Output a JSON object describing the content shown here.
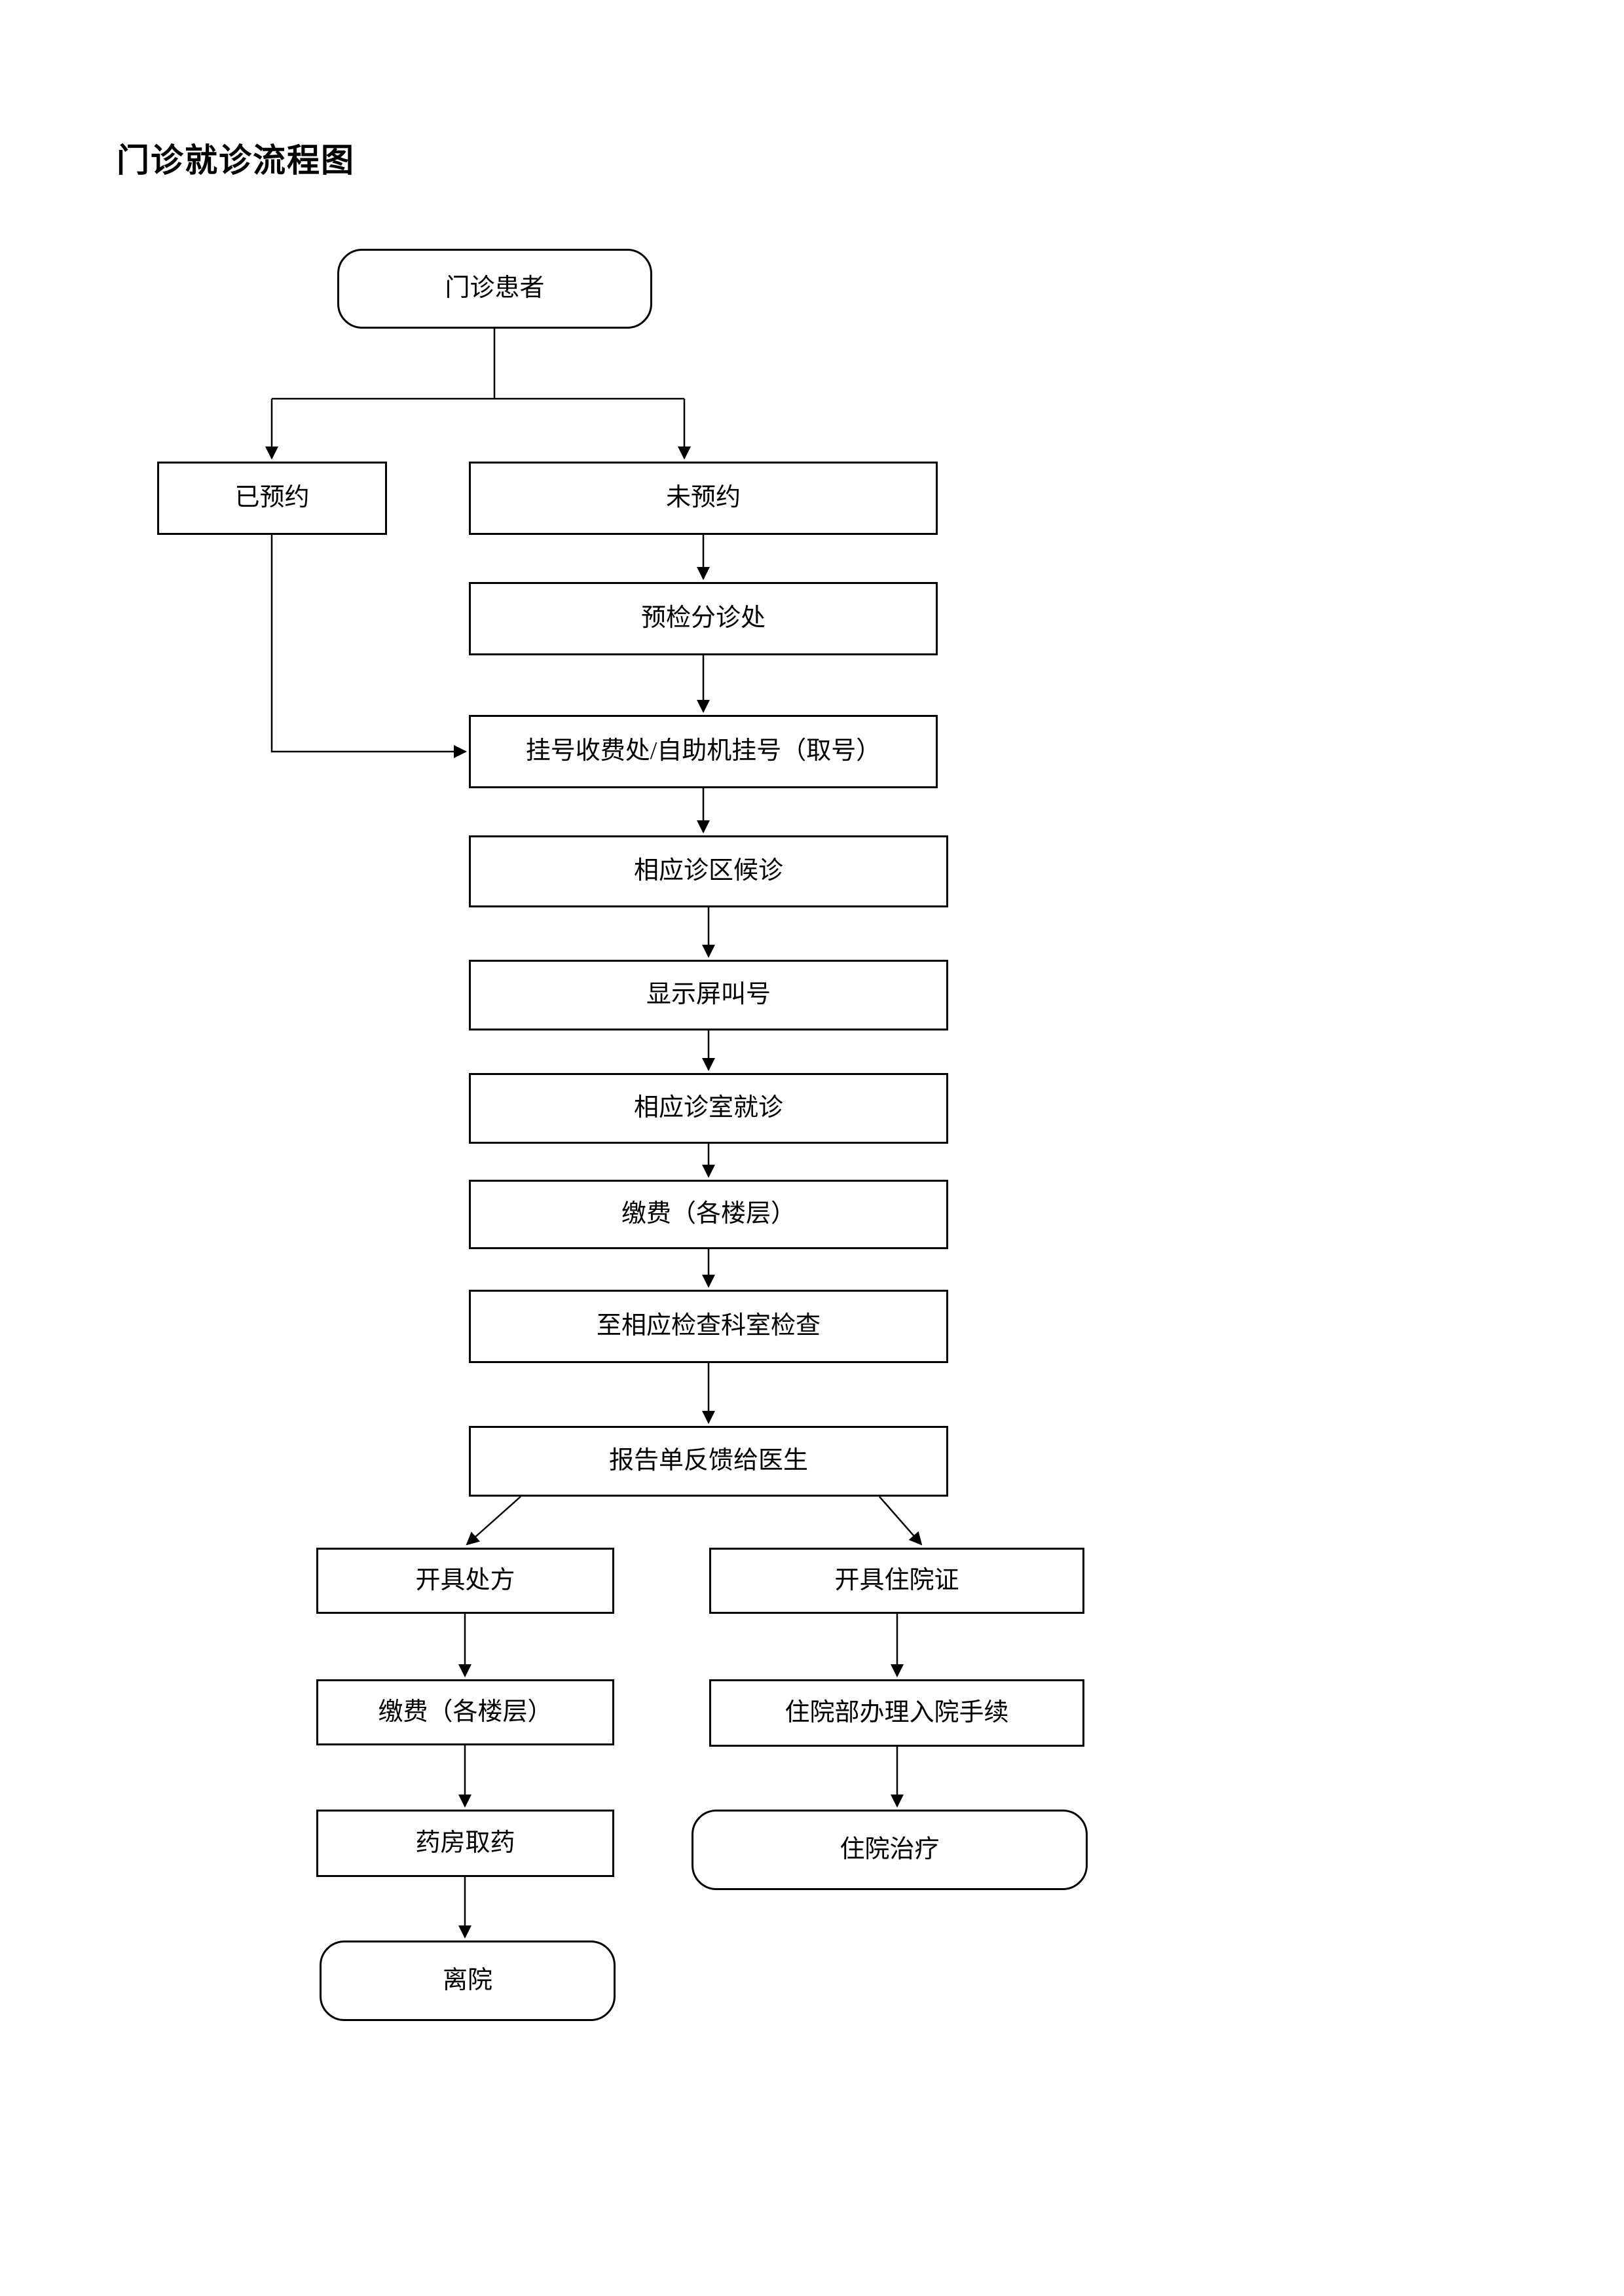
{
  "page": {
    "title": "门诊就诊流程图",
    "background_color": "#ffffff",
    "line_color": "#000000"
  },
  "nodes": {
    "patient": {
      "label": "门诊患者",
      "shape": "rounded"
    },
    "booked": {
      "label": "已预约",
      "shape": "rect"
    },
    "not_booked": {
      "label": "未预约",
      "shape": "rect"
    },
    "triage": {
      "label": "预检分诊处",
      "shape": "rect"
    },
    "register": {
      "label": "挂号收费处/自助机挂号（取号）",
      "shape": "rect"
    },
    "wait": {
      "label": "相应诊区候诊",
      "shape": "rect"
    },
    "call": {
      "label": "显示屏叫号",
      "shape": "rect"
    },
    "consult": {
      "label": "相应诊室就诊",
      "shape": "rect"
    },
    "pay1": {
      "label": "缴费（各楼层）",
      "shape": "rect"
    },
    "exam": {
      "label": "至相应检查科室检查",
      "shape": "rect"
    },
    "report": {
      "label": "报告单反馈给医生",
      "shape": "rect"
    },
    "prescription": {
      "label": "开具处方",
      "shape": "rect"
    },
    "admission_cert": {
      "label": "开具住院证",
      "shape": "rect"
    },
    "pay2": {
      "label": "缴费（各楼层）",
      "shape": "rect"
    },
    "admission": {
      "label": "住院部办理入院手续",
      "shape": "rect"
    },
    "pharmacy": {
      "label": "药房取药",
      "shape": "rect"
    },
    "inpatient": {
      "label": "住院治疗",
      "shape": "rounded"
    },
    "leave": {
      "label": "离院",
      "shape": "rounded"
    }
  },
  "edges": [
    {
      "from": "patient",
      "to": "booked"
    },
    {
      "from": "patient",
      "to": "not_booked"
    },
    {
      "from": "not_booked",
      "to": "triage"
    },
    {
      "from": "triage",
      "to": "register"
    },
    {
      "from": "booked",
      "to": "register"
    },
    {
      "from": "register",
      "to": "wait"
    },
    {
      "from": "wait",
      "to": "call"
    },
    {
      "from": "call",
      "to": "consult"
    },
    {
      "from": "consult",
      "to": "pay1"
    },
    {
      "from": "pay1",
      "to": "exam"
    },
    {
      "from": "exam",
      "to": "report"
    },
    {
      "from": "report",
      "to": "prescription"
    },
    {
      "from": "report",
      "to": "admission_cert"
    },
    {
      "from": "prescription",
      "to": "pay2"
    },
    {
      "from": "pay2",
      "to": "pharmacy"
    },
    {
      "from": "pharmacy",
      "to": "leave"
    },
    {
      "from": "admission_cert",
      "to": "admission"
    },
    {
      "from": "admission",
      "to": "inpatient"
    }
  ]
}
